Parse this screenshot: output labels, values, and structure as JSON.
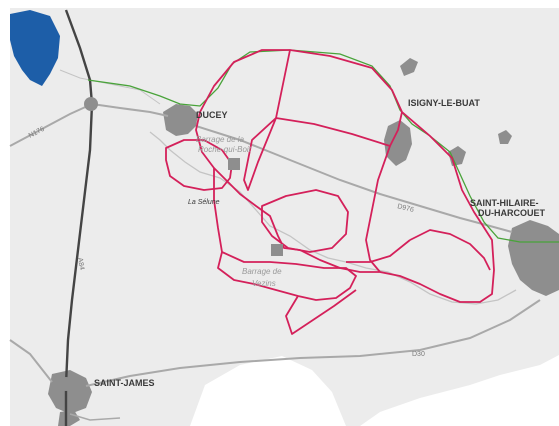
{
  "colors": {
    "land": "#ececec",
    "background": "#ffffff",
    "water": "#1d5ea8",
    "built_up": "#8e8e8e",
    "road": "#a9a9a9",
    "motorway": "#444444",
    "river": "#c4c4c4",
    "boundary_green": "#49a33a",
    "circuit_red": "#d4205a",
    "dam_marker": "#8e8e8e",
    "town_label": "#3a3a3a",
    "place_label": "#9a9a9a",
    "road_label": "#7a7a7a"
  },
  "labels": {
    "ducey": "DUCEY",
    "isigny": "ISIGNY-LE-BUAT",
    "saint_hilaire_1": "SAINT-HILAIRE-",
    "saint_hilaire_2": "DU-HARCOUET",
    "saint_james": "SAINT-JAMES",
    "barrage_roche_1": "Barrage de la",
    "barrage_roche_2": "Roche-qui-Boit",
    "barrage_vezins_1": "Barrage de",
    "barrage_vezins_2": "Vezins",
    "la_selune": "La Sélune",
    "road_n176": "N176",
    "road_a84": "A84",
    "road_d976": "D976",
    "road_d30": "D30"
  }
}
